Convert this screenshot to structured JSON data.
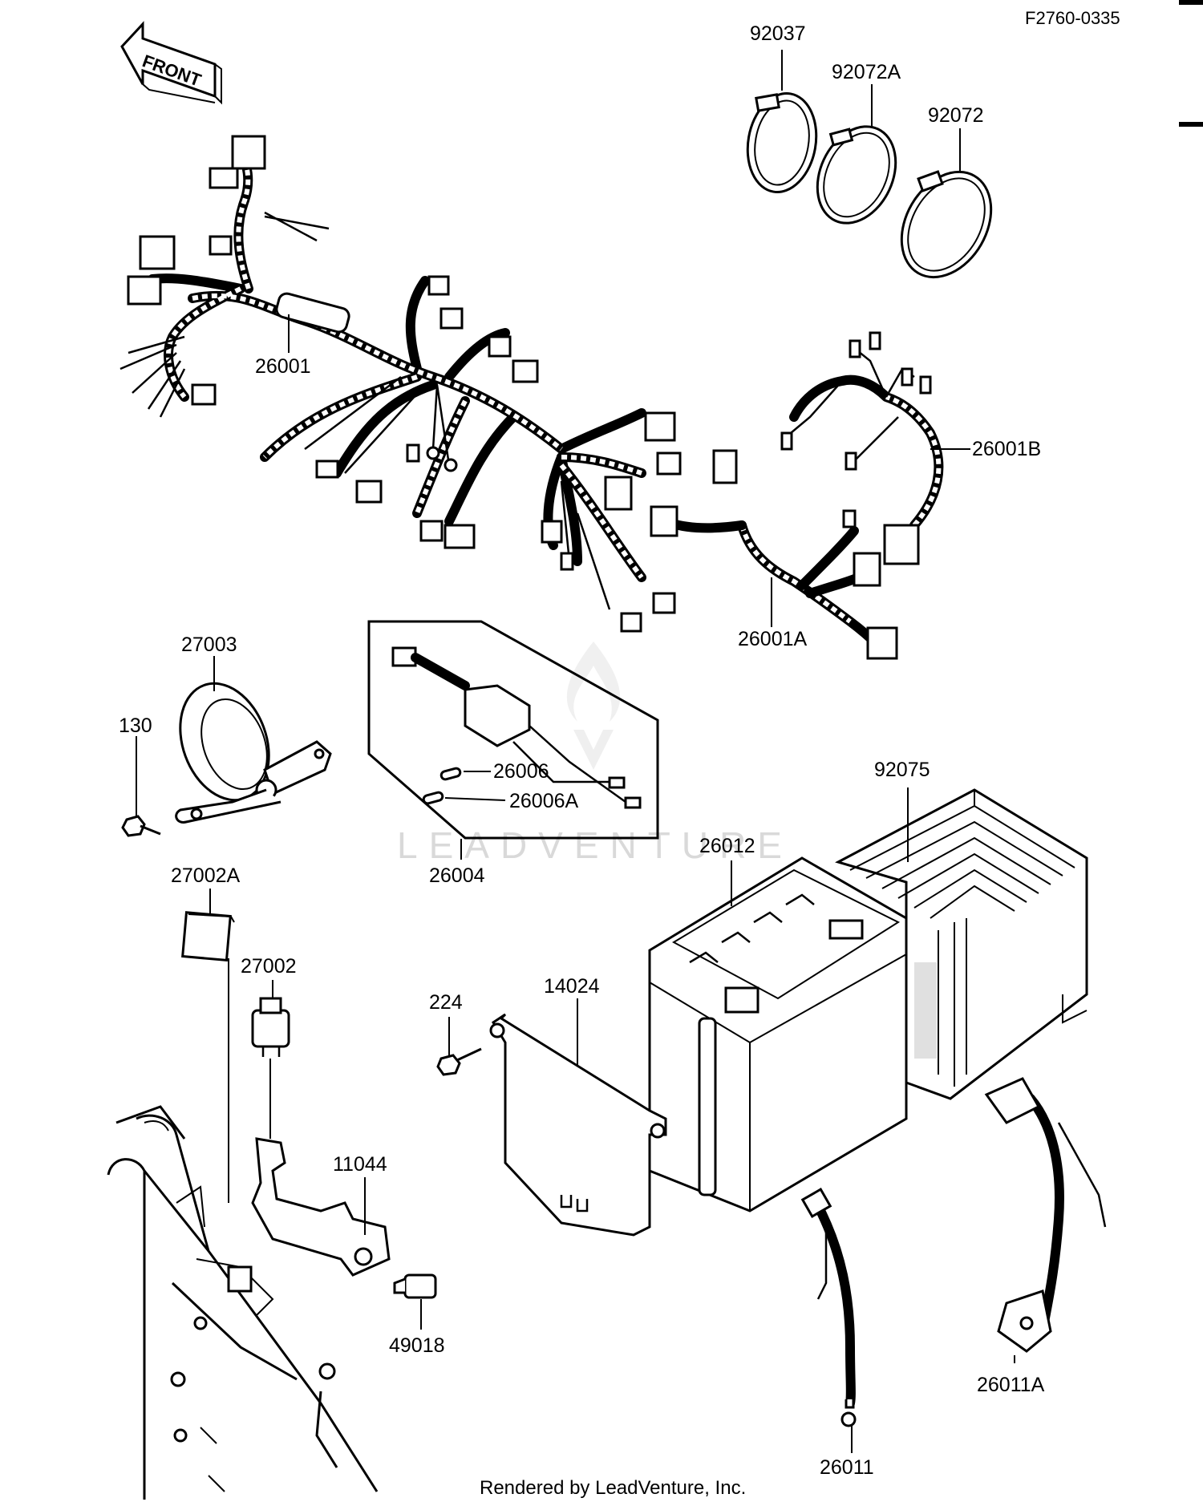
{
  "ref": "F2760-0335",
  "front": "FRONT",
  "footer": "Rendered by LeadVenture, Inc.",
  "watermark": "LEADVENTURE",
  "labels": {
    "p92037": "92037",
    "p92072A": "92072A",
    "p92072": "92072",
    "p26001": "26001",
    "p26001B": "26001B",
    "p26001A": "26001A",
    "p27003": "27003",
    "p130": "130",
    "p26006": "26006",
    "p26006A": "26006A",
    "p26004": "26004",
    "p92075": "92075",
    "p26012": "26012",
    "p27002A": "27002A",
    "p27002": "27002",
    "p224": "224",
    "p14024": "14024",
    "p11044": "11044",
    "p49018": "49018",
    "p26011A": "26011A",
    "p26011": "26011"
  }
}
